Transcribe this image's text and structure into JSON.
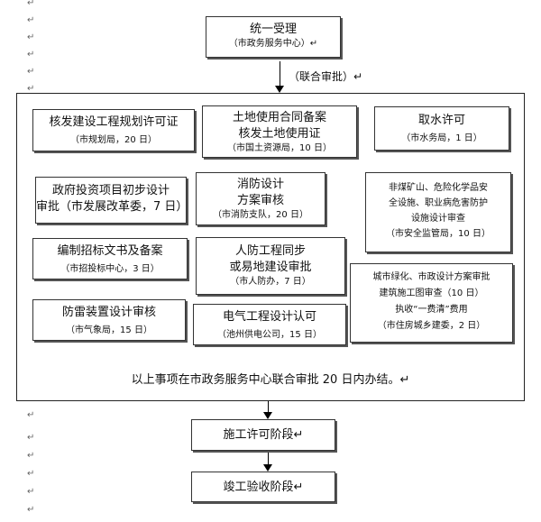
{
  "paragraph_mark": "↵",
  "top": {
    "title": "统一受理",
    "sub": "（市政务服务中心）↵"
  },
  "joint_label": "（联合审批）↵",
  "items": {
    "b1": {
      "lines": [
        "核发建设工程规划许可证"
      ],
      "sub": "（市规划局，20 日）"
    },
    "b2": {
      "lines": [
        "土地使用合同备案",
        "核发土地使用证"
      ],
      "sub": "（市国土资源局，10 日）"
    },
    "b3": {
      "lines": [
        "取水许可"
      ],
      "sub": "（市水务局，1 日）"
    },
    "b4": {
      "lines": [
        "政府投资项目初步设计",
        "审批（市发展改革委，7 日）"
      ],
      "sub": ""
    },
    "b5": {
      "lines": [
        "消防设计",
        "方案审核"
      ],
      "sub": "（市消防支队，20 日）"
    },
    "b6": {
      "lines": [
        "非煤矿山、危险化学品安",
        "全设施、职业病危害防护",
        "设施设计审查"
      ],
      "sub": "（市安全监管局，10 日）"
    },
    "b7": {
      "lines": [
        "编制招标文书及备案"
      ],
      "sub": "（市招投标中心，3 日）"
    },
    "b8": {
      "lines": [
        "人防工程同步",
        "或易地建设审批"
      ],
      "sub": "（市人防办，7 日）"
    },
    "b9": {
      "lines": [
        "城市绿化、市政设计方案审批",
        "建筑施工图审查（10 日）",
        "执收“一费清”费用"
      ],
      "sub": "（市住房城乡建委，2 日）"
    },
    "b10": {
      "lines": [
        "防雷装置设计审核"
      ],
      "sub": "（市气象局，15 日）"
    },
    "b11": {
      "lines": [
        "电气工程设计认可"
      ],
      "sub": "（池州供电公司，15 日）"
    }
  },
  "summary": "以上事项在市政务服务中心联合审批 20 日内办结。↵",
  "stage_construction": "施工许可阶段↵",
  "stage_completion": "竣工验收阶段↵"
}
